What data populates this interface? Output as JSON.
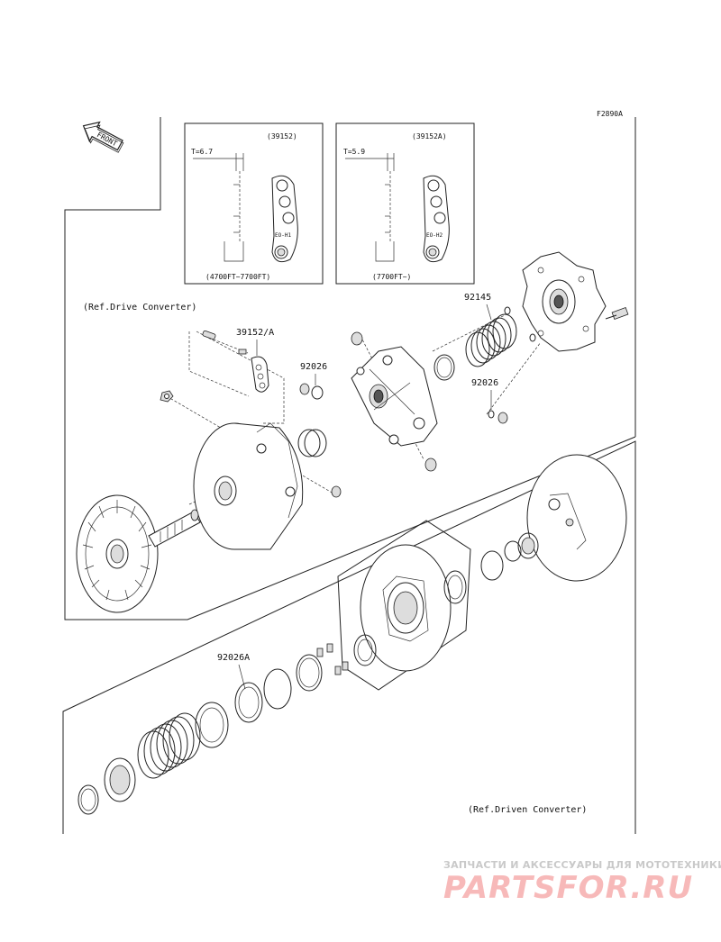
{
  "figure_code": "F2890A",
  "front_label": "FRONT",
  "insets": [
    {
      "part_no": "(39152)",
      "thickness": "T=6.7",
      "mark": "EO-H1",
      "range": "(4700FT~7700FT)"
    },
    {
      "part_no": "(39152A)",
      "thickness": "T=5.9",
      "mark": "EO-H2",
      "range": "(7700FT~)"
    }
  ],
  "refs": {
    "drive": "(Ref.Drive Converter)",
    "driven": "(Ref.Driven Converter)"
  },
  "callouts": {
    "weight": "39152/A",
    "spring": "92145",
    "washer_left": "92026",
    "washer_right": "92026",
    "washer_driven": "92026A"
  },
  "watermark": {
    "tagline": "ЗАПЧАСТИ И АКСЕССУАРЫ ДЛЯ МОТОТЕХНИКИ",
    "logo": "PARTSFOR.RU"
  }
}
